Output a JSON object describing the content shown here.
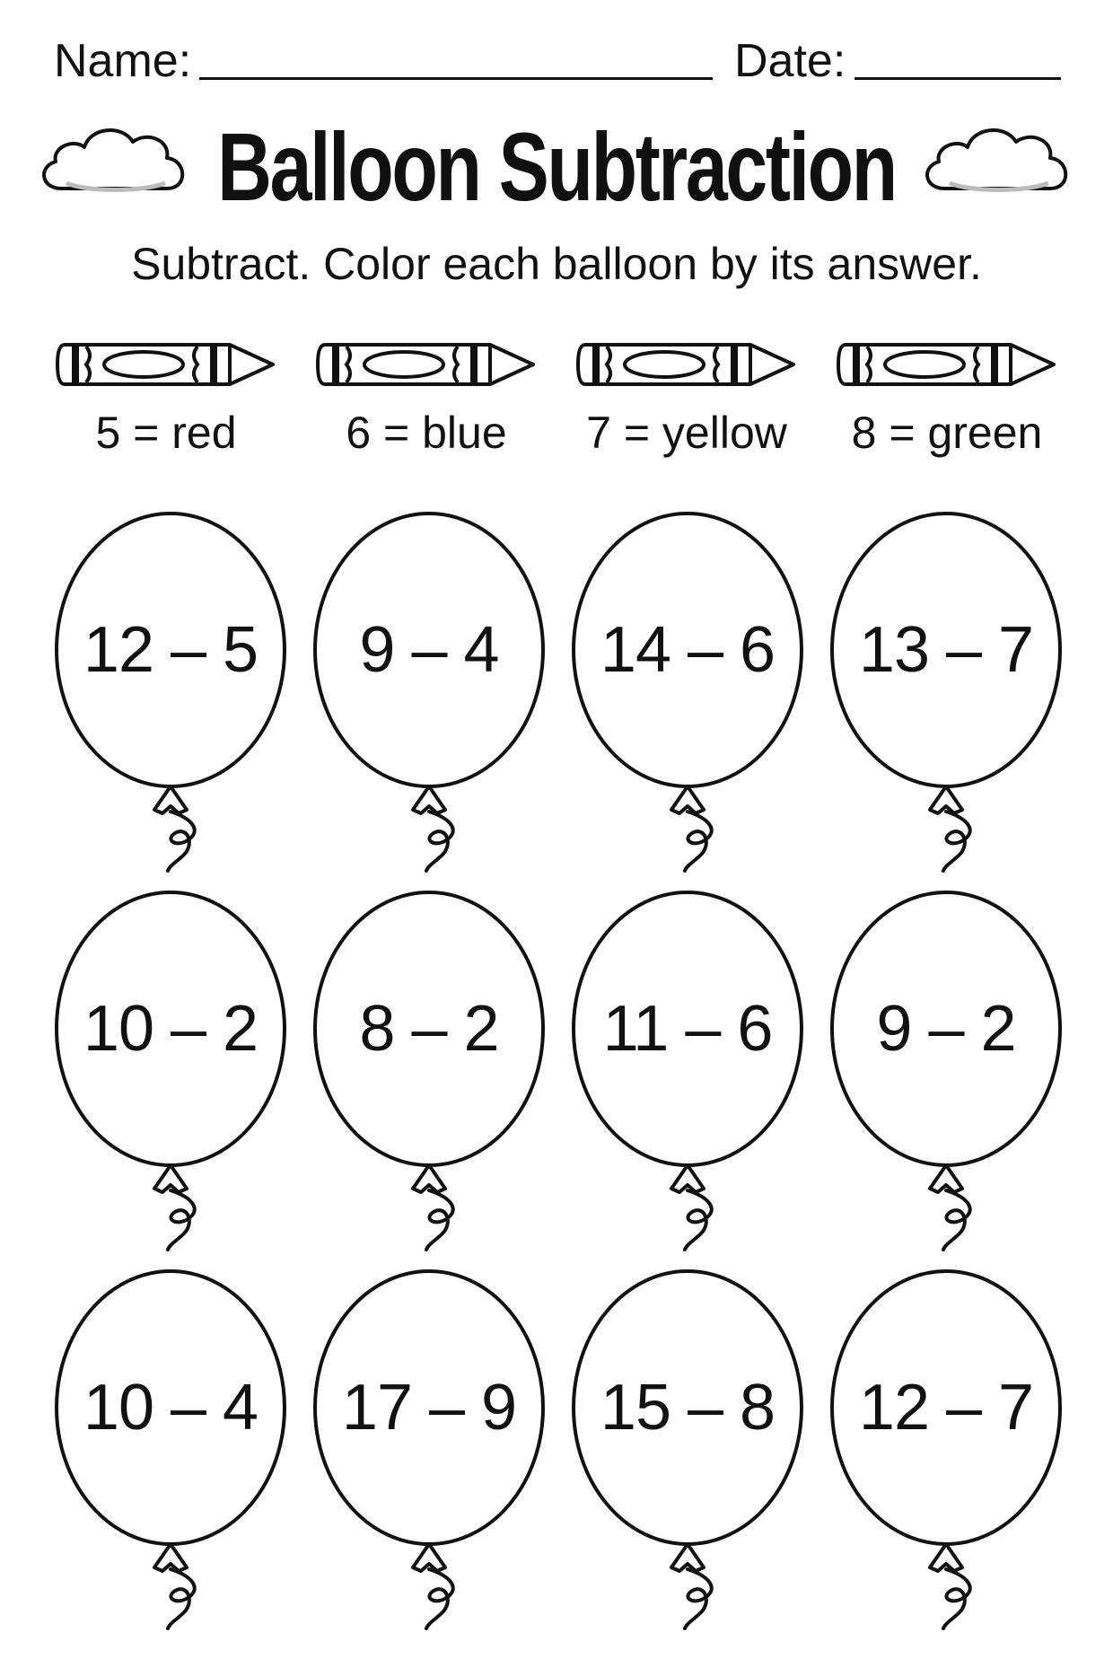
{
  "header": {
    "name_label": "Name:",
    "date_label": "Date:"
  },
  "title": "Balloon Subtraction",
  "instructions": "Subtract. Color each balloon by its answer.",
  "color_key": [
    {
      "text": "5 = red",
      "icon": "crayon-icon"
    },
    {
      "text": "6 = blue",
      "icon": "crayon-icon"
    },
    {
      "text": "7 = yellow",
      "icon": "crayon-icon"
    },
    {
      "text": "8 = green",
      "icon": "crayon-icon"
    }
  ],
  "problems": [
    "12 – 5",
    "9 – 4",
    "14 – 6",
    "13 – 7",
    "10 – 2",
    "8 – 2",
    "11 – 6",
    "9 – 2",
    "10 – 4",
    "17 – 9",
    "15 – 8",
    "12 – 7"
  ],
  "decorations": {
    "left_icon": "cloud-icon",
    "right_icon": "cloud-icon",
    "balloon_icon": "balloon-outline-icon"
  },
  "colors": {
    "ink": "#111111",
    "background": "#ffffff"
  }
}
